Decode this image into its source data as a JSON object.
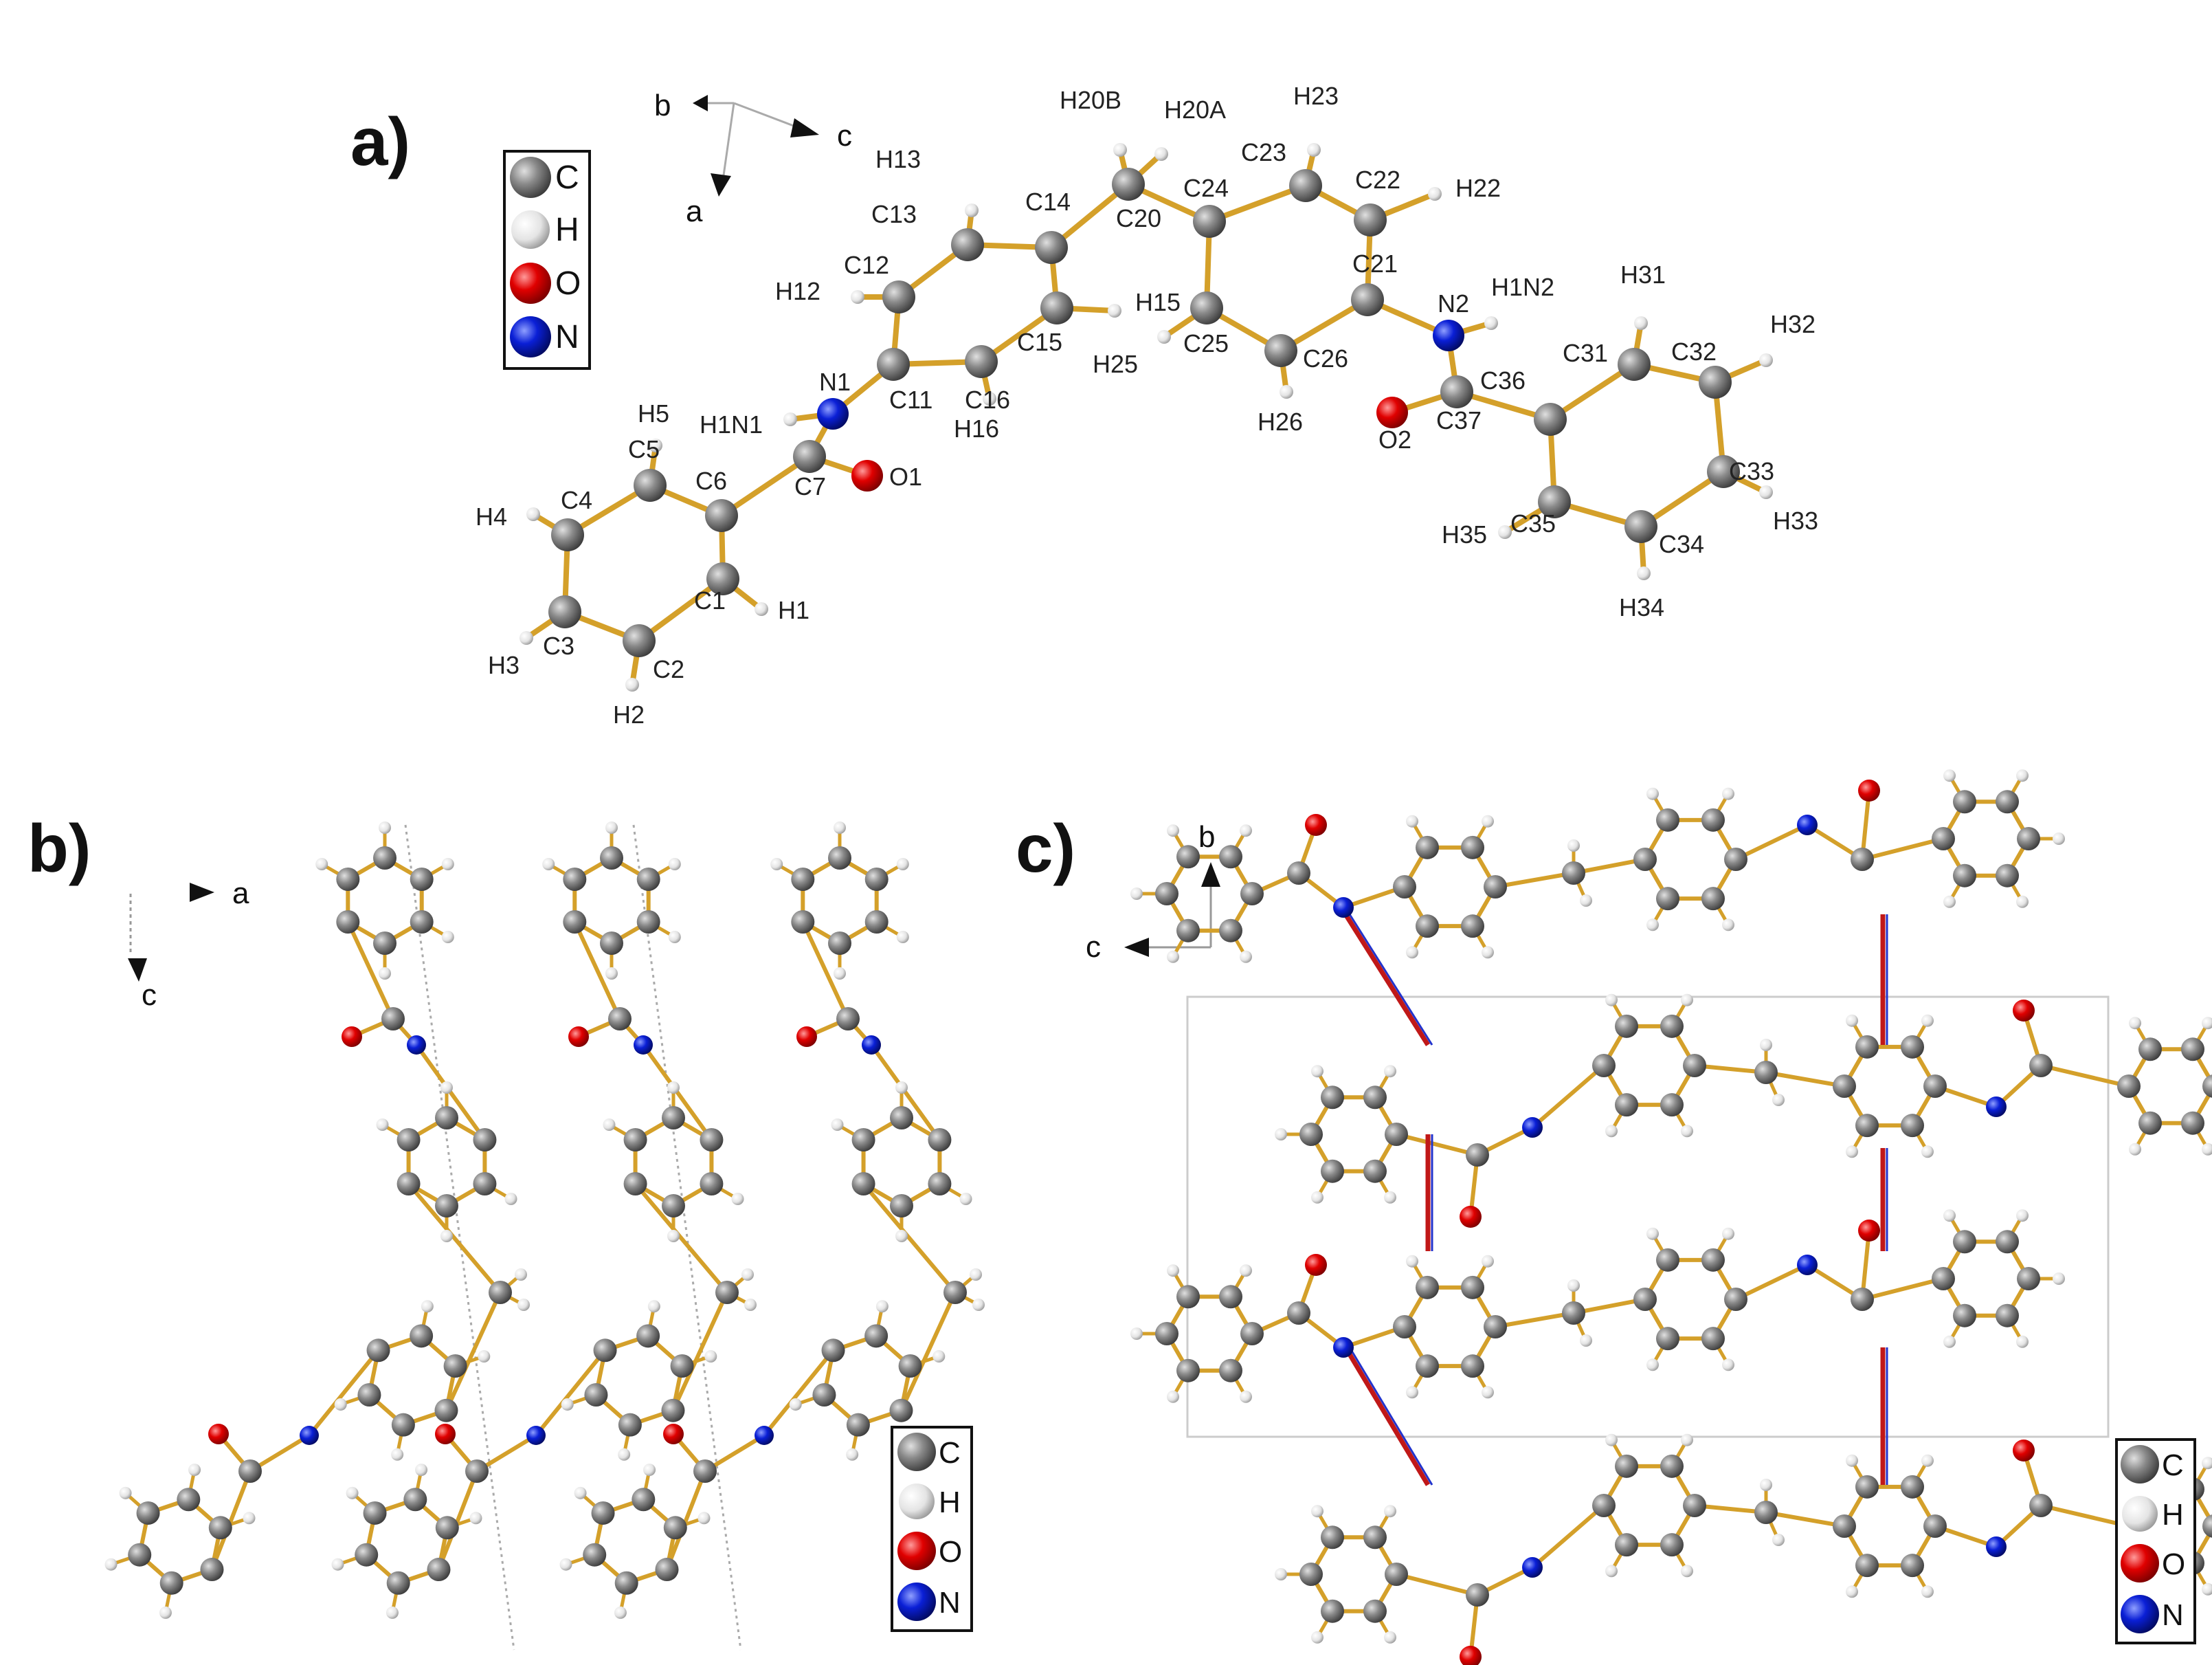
{
  "colors": {
    "carbon": "#7a7a7a",
    "hydrogen": "#e8e8e8",
    "oxygen": "#e00000",
    "nitrogen": "#0a1fd6",
    "bond": "#d4a02a",
    "hbond_o": "#c01818",
    "hbond_n": "#2233cc",
    "cell": "#bbbbbb"
  },
  "panels": {
    "a": {
      "label": "a)"
    },
    "b": {
      "label": "b)"
    },
    "c": {
      "label": "c)"
    }
  },
  "legend": {
    "items": [
      {
        "element": "C",
        "label": "C",
        "color": "#7a7a7a"
      },
      {
        "element": "H",
        "label": "H",
        "color": "#e8e8e8"
      },
      {
        "element": "O",
        "label": "O",
        "color": "#e00000"
      },
      {
        "element": "N",
        "label": "N",
        "color": "#0a1fd6"
      }
    ]
  },
  "axes": {
    "a": {
      "b": "b",
      "c": "c",
      "a": "a"
    },
    "b": {
      "a": "a",
      "c": "c"
    },
    "c": {
      "b": "b",
      "c": "c"
    }
  },
  "molecule_labels": [
    "H20B",
    "H20A",
    "H23",
    "H13",
    "C23",
    "C22",
    "H22",
    "C14",
    "C24",
    "C20",
    "C13",
    "C12",
    "C21",
    "H15",
    "H12",
    "N2",
    "H1N2",
    "H31",
    "H32",
    "C15",
    "C25",
    "C26",
    "C31",
    "C32",
    "C36",
    "C16",
    "H25",
    "N1",
    "C11",
    "H1N1",
    "H5",
    "H26",
    "C37",
    "O2",
    "C33",
    "H16",
    "O1",
    "C5",
    "C6",
    "C7",
    "H4",
    "C4",
    "H35",
    "C35",
    "C34",
    "H33",
    "C1",
    "H1",
    "C3",
    "C2",
    "H34",
    "H3",
    "H2"
  ]
}
